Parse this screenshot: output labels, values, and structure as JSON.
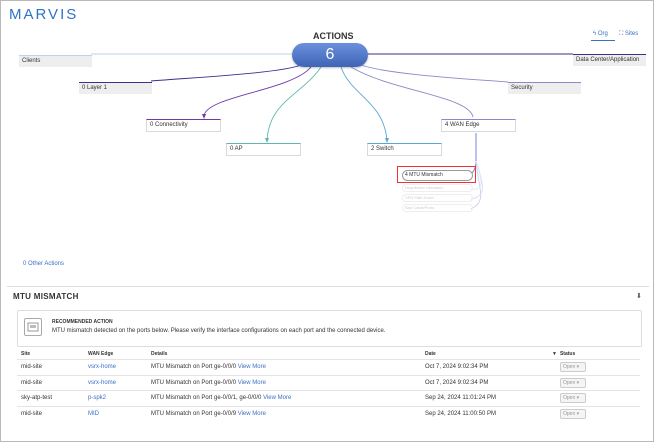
{
  "app": {
    "logo": "MARVIS"
  },
  "actions": {
    "title": "ACTIONS",
    "count": "6",
    "view_toggle": {
      "org_label": "Org",
      "sites_label": "Sites"
    },
    "nodes": {
      "clients": "Clients",
      "datacenter": "Data Center/Application",
      "layer1": "0 Layer 1",
      "security": "Security",
      "connectivity": "0 Connectivity",
      "ap": "0 AP",
      "switch": "2 Switch",
      "wan_edge": "4 WAN Edge"
    },
    "wan_subactions": {
      "mtu": "4  MTU Mismatch",
      "ghost1": "Negotiation Mismatch",
      "ghost2": "VPN Path Down",
      "ghost3": "Bad Cable/Ports"
    },
    "other_actions": "0 Other Actions",
    "colors": {
      "accent": "#3a6fc5",
      "bubble": "#4f74c9",
      "highlight": "#e33333"
    }
  },
  "panel": {
    "title": "MTU MISMATCH",
    "recommended_label": "RECOMMENDED ACTION",
    "recommended_text": "MTU mismatch detected on the ports below. Please verify the interface configurations on each port and the connected device.",
    "columns": {
      "site": "Site",
      "wan_edge": "WAN Edge",
      "details": "Details",
      "date": "Date",
      "status": "Status"
    },
    "rows": [
      {
        "site": "mid-site",
        "wan_edge": "vsrx-home",
        "details": "MTU Mismatch on Port ge-0/0/0",
        "view_more": "View More",
        "date": "Oct 7, 2024 9:02:34 PM",
        "status": "Open"
      },
      {
        "site": "mid-site",
        "wan_edge": "vsrx-home",
        "details": "MTU Mismatch on Port ge-0/0/0",
        "view_more": "View More",
        "date": "Oct 7, 2024 9:02:34 PM",
        "status": "Open"
      },
      {
        "site": "sky-atp-test",
        "wan_edge": "p-spk2",
        "details": "MTU Mismatch on Port ge-0/0/1, ge-0/0/0",
        "view_more": "View More",
        "date": "Sep 24, 2024 11:01:24 PM",
        "status": "Open"
      },
      {
        "site": "mid-site",
        "wan_edge": "MID",
        "details": "MTU Mismatch on Port ge-0/0/9",
        "view_more": "View More",
        "date": "Sep 24, 2024 11:00:50 PM",
        "status": "Open"
      }
    ]
  }
}
